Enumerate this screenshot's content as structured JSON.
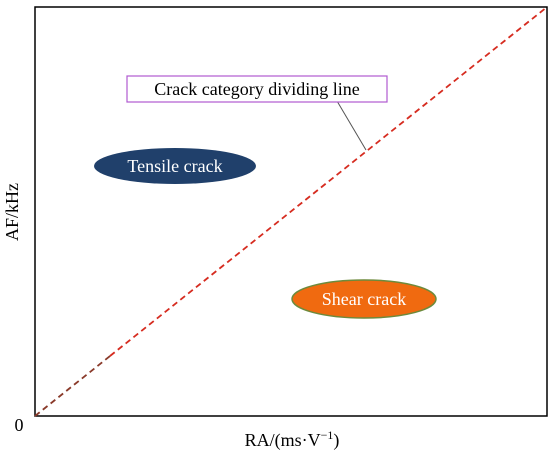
{
  "axes": {
    "origin_label": "0",
    "xlabel_prefix": "RA/(ms·V",
    "xlabel_superscript": "−1",
    "xlabel_suffix": ")",
    "ylabel": "AF/kHz"
  },
  "annotations": {
    "dividing_line_label": "Crack category dividing line",
    "tensile_label": "Tensile crack",
    "shear_label": "Shear crack"
  },
  "colors": {
    "dividing_line": "#d62c20",
    "dividing_line_tail": "#8a3a2a",
    "tensile_fill": "#20406b",
    "shear_fill": "#f06a10",
    "shear_outline": "#6d8a3c",
    "callout_border": "#b05ad0",
    "callout_leader": "#555555"
  }
}
